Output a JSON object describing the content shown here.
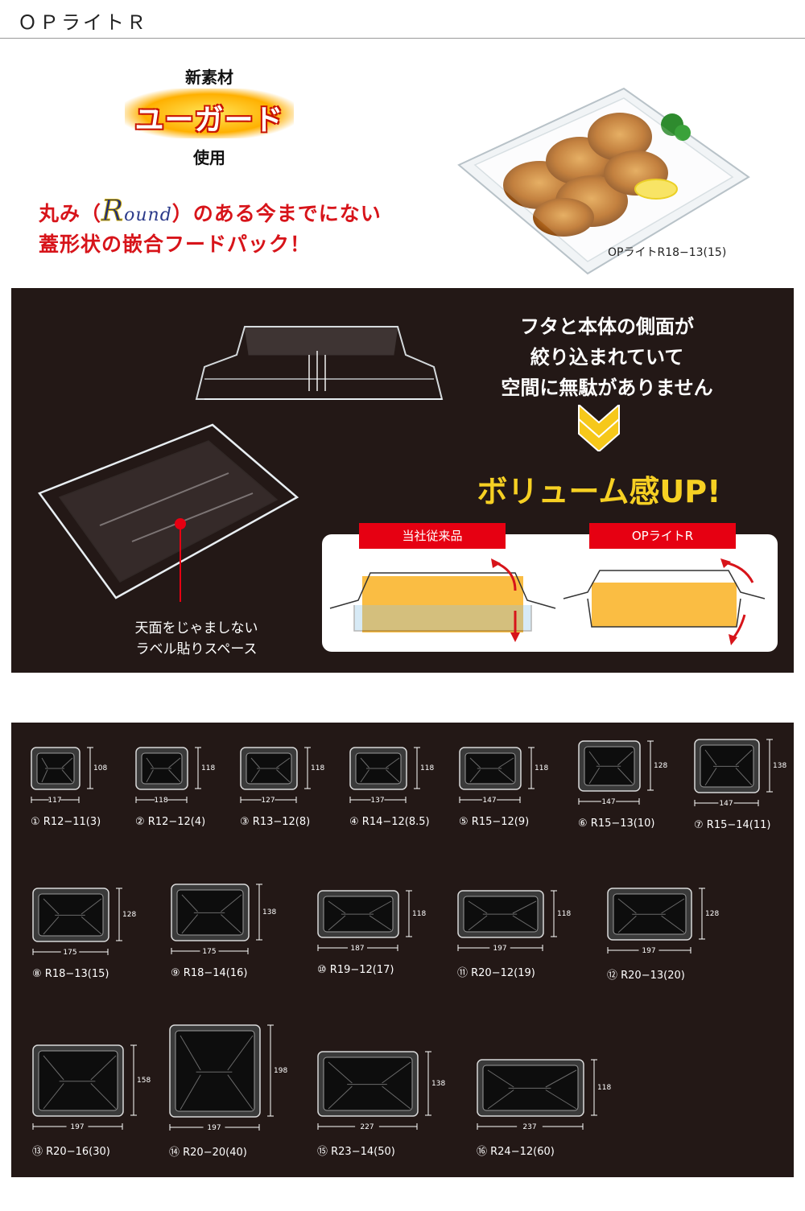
{
  "header": {
    "title": "ＯＰライトＲ"
  },
  "intro": {
    "new_material": "新素材",
    "brand": "ユーガード",
    "use": "使用",
    "catch_prefix": "丸み（",
    "round_R": "R",
    "round_rest": "ound",
    "catch_suffix": "）のある今までにない",
    "catch_line2": "蓋形状の嵌合フードパック！",
    "photo_caption": "OPライトR18−13(15)"
  },
  "feature": {
    "lines": [
      "フタと本体の側面が",
      "絞り込まれていて",
      "空間に無駄がありません"
    ],
    "volume_up": "ボリューム感UP!",
    "label_space": [
      "天面をじゃましない",
      "ラベル貼りスペース"
    ],
    "compare_tags": [
      "当社従来品",
      "OPライトR"
    ]
  },
  "products": [
    {
      "caption": "① R12−11(3)",
      "w": "117",
      "h": "108"
    },
    {
      "caption": "② R12−12(4)",
      "w": "118",
      "h": "118"
    },
    {
      "caption": "③ R13−12(8)",
      "w": "127",
      "h": "118"
    },
    {
      "caption": "④ R14−12(8.5)",
      "w": "137",
      "h": "118"
    },
    {
      "caption": "⑤ R15−12(9)",
      "w": "147",
      "h": "118"
    },
    {
      "caption": "⑥ R15−13(10)",
      "w": "147",
      "h": "128"
    },
    {
      "caption": "⑦ R15−14(11)",
      "w": "147",
      "h": "138"
    },
    {
      "caption": "⑧ R18−13(15)",
      "w": "175",
      "h": "128"
    },
    {
      "caption": "⑨ R18−14(16)",
      "w": "175",
      "h": "138"
    },
    {
      "caption": "⑩ R19−12(17)",
      "w": "187",
      "h": "118"
    },
    {
      "caption": "⑪ R20−12(19)",
      "w": "197",
      "h": "118"
    },
    {
      "caption": "⑫ R20−13(20)",
      "w": "197",
      "h": "128"
    },
    {
      "caption": "⑬ R20−16(30)",
      "w": "197",
      "h": "158"
    },
    {
      "caption": "⑭ R20−20(40)",
      "w": "197",
      "h": "198"
    },
    {
      "caption": "⑮ R23−14(50)",
      "w": "227",
      "h": "138"
    },
    {
      "caption": "⑯ R24−12(60)",
      "w": "237",
      "h": "118"
    }
  ]
}
